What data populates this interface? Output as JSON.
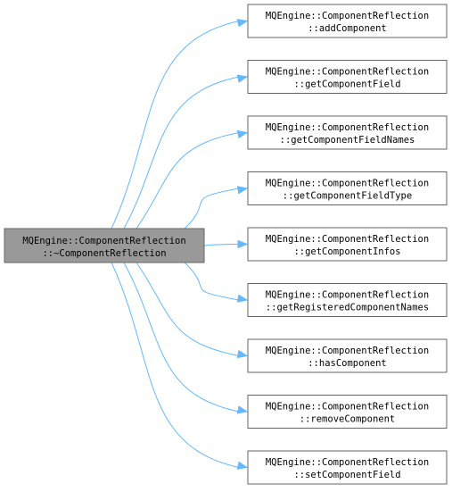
{
  "diagram": {
    "source": {
      "line1": "MQEngine::ComponentReflection",
      "line2": "::~ComponentReflection",
      "fill": "#999999"
    },
    "targets": [
      {
        "line1": "MQEngine::ComponentReflection",
        "line2": "::addComponent"
      },
      {
        "line1": "MQEngine::ComponentReflection",
        "line2": "::getComponentField"
      },
      {
        "line1": "MQEngine::ComponentReflection",
        "line2": "::getComponentFieldNames"
      },
      {
        "line1": "MQEngine::ComponentReflection",
        "line2": "::getComponentFieldType"
      },
      {
        "line1": "MQEngine::ComponentReflection",
        "line2": "::getComponentInfos"
      },
      {
        "line1": "MQEngine::ComponentReflection",
        "line2": "::getRegisteredComponentNames"
      },
      {
        "line1": "MQEngine::ComponentReflection",
        "line2": "::hasComponent"
      },
      {
        "line1": "MQEngine::ComponentReflection",
        "line2": "::removeComponent"
      },
      {
        "line1": "MQEngine::ComponentReflection",
        "line2": "::setComponentField"
      }
    ],
    "colors": {
      "edge": "#63b8ff",
      "node_border": "#666666",
      "node_fill": "#ffffff"
    }
  }
}
